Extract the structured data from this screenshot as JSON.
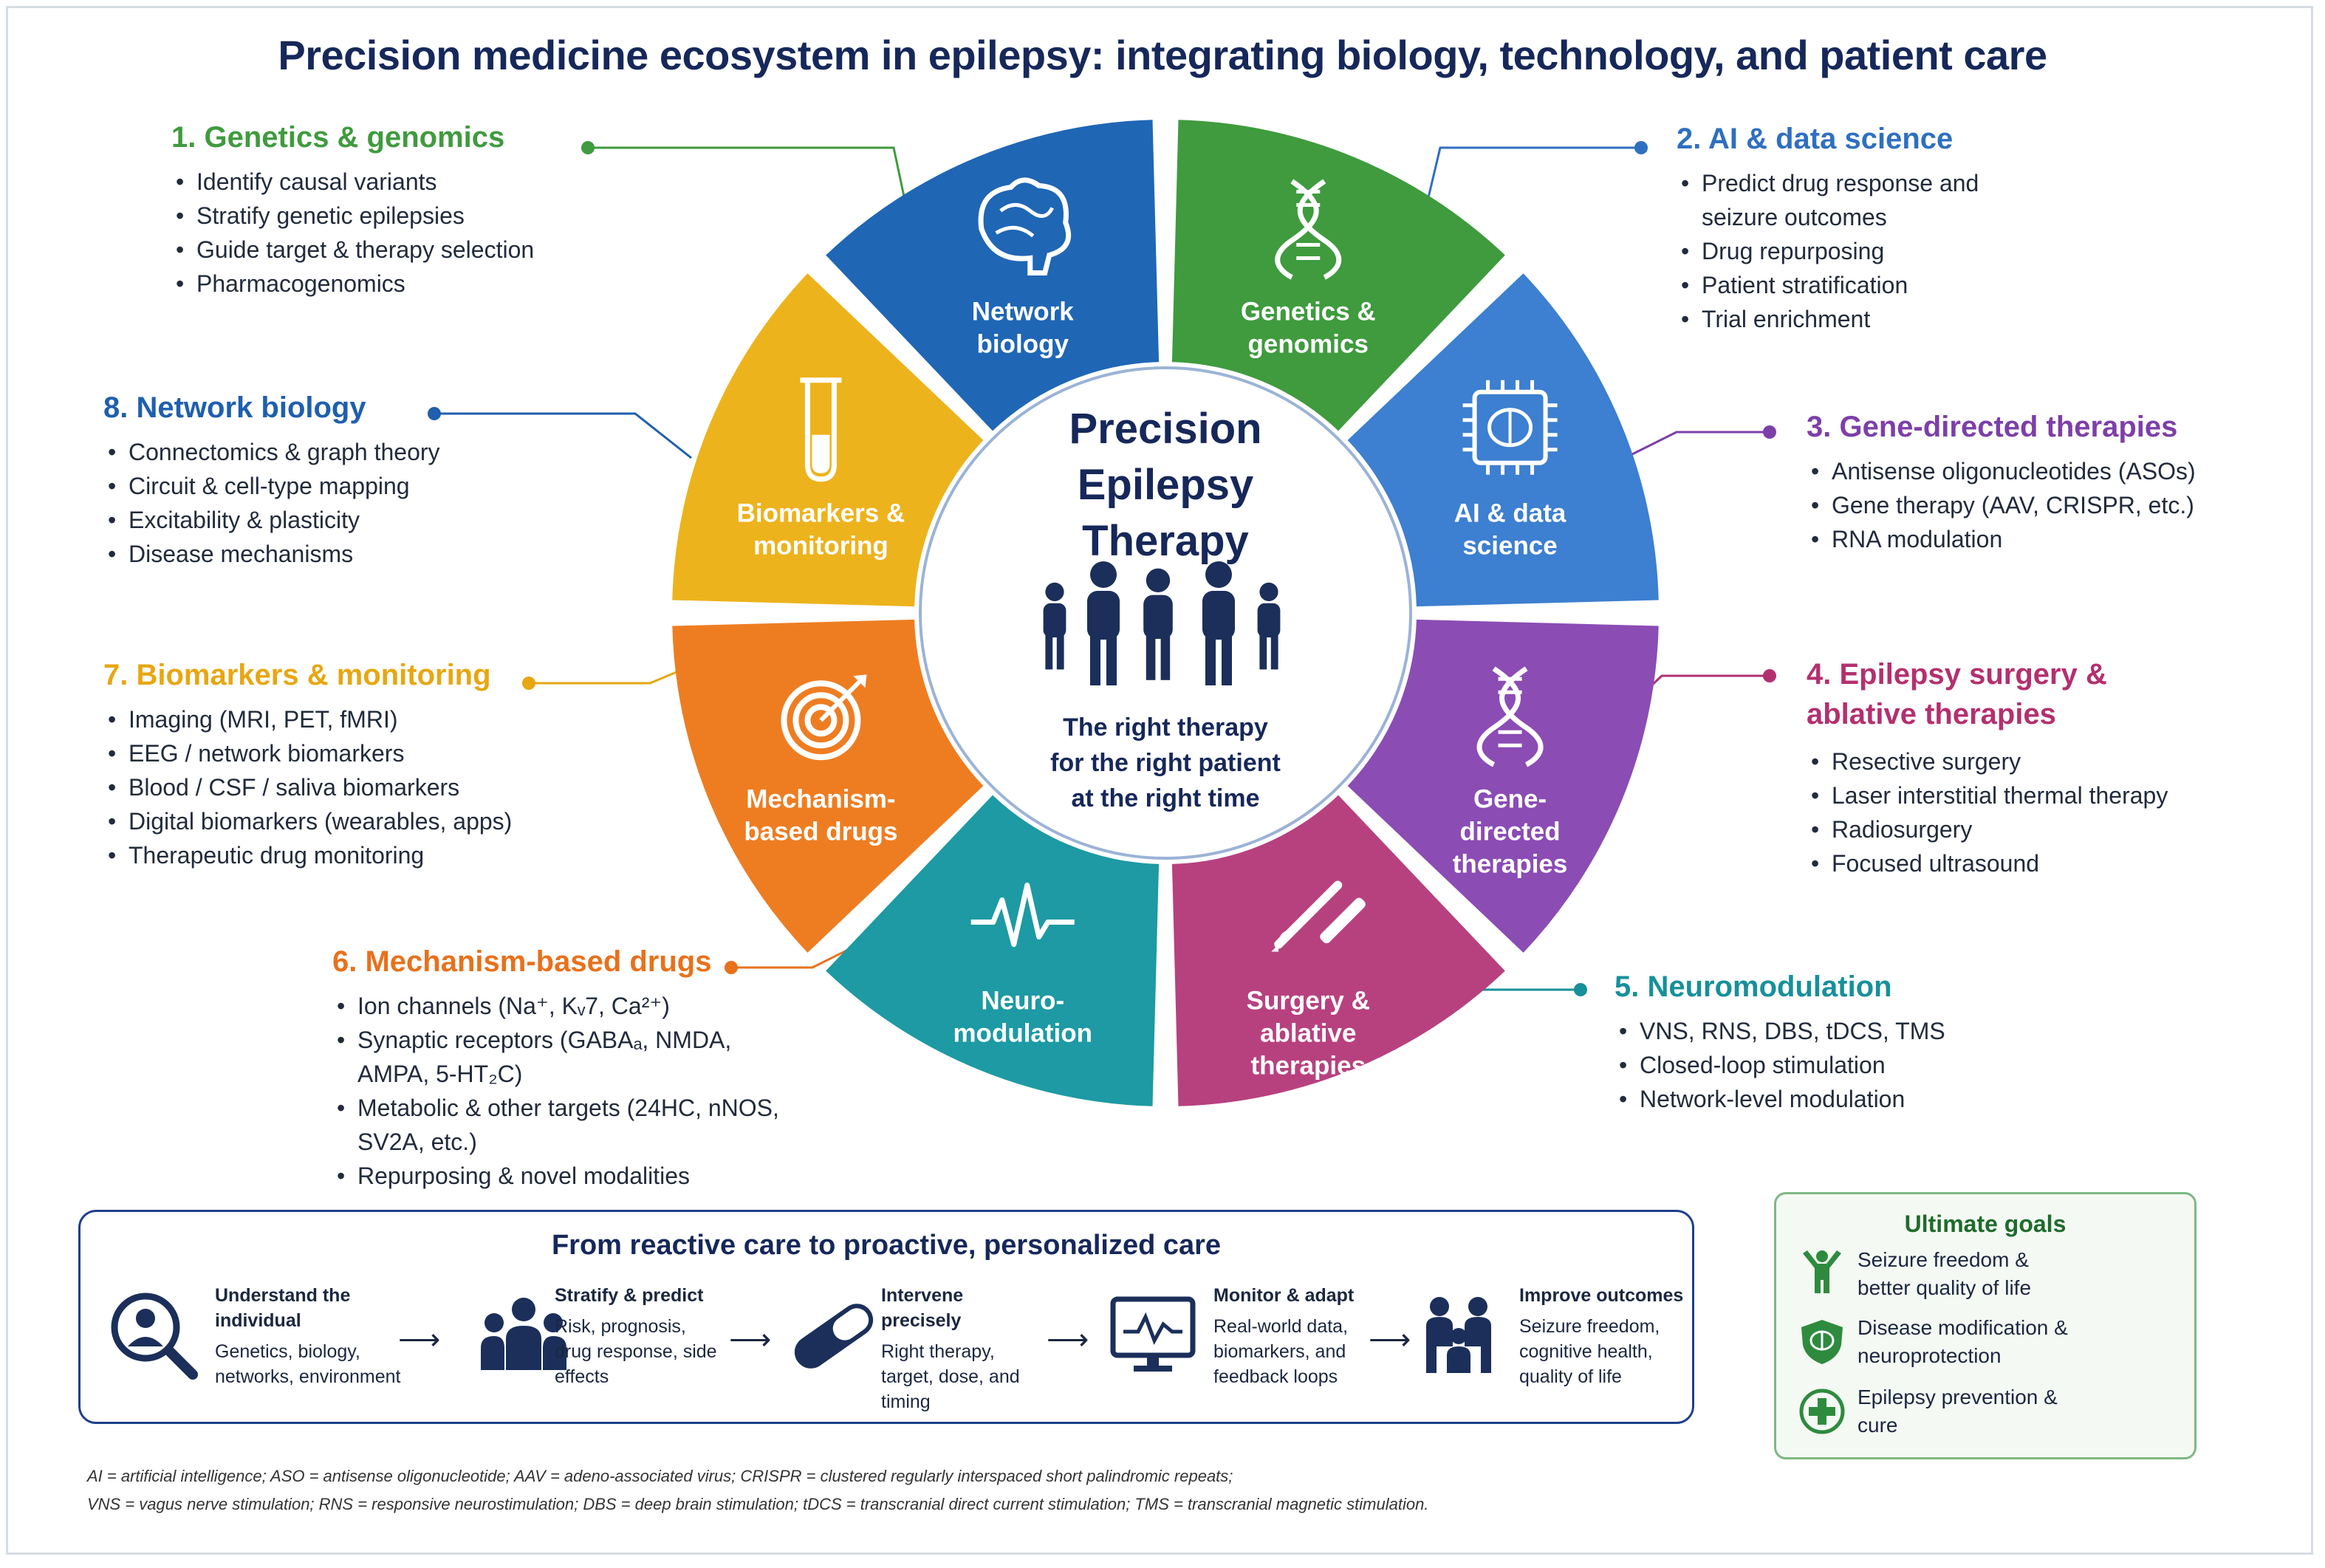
{
  "title": "Precision medicine ecosystem in epilepsy: integrating biology, technology, and patient care",
  "center": {
    "title_lines": [
      "Precision",
      "Epilepsy",
      "Therapy"
    ],
    "tagline_lines": [
      "The right therapy",
      "for the right patient",
      "at the right time"
    ]
  },
  "segments": [
    {
      "label_lines": [
        "Genetics &",
        "genomics"
      ],
      "color": "#3f9b3e",
      "icon": "dna-icon"
    },
    {
      "label_lines": [
        "AI & data",
        "science"
      ],
      "color": "#3d7fd0",
      "icon": "ai-chip-icon"
    },
    {
      "label_lines": [
        "Gene-",
        "directed",
        "therapies"
      ],
      "color": "#8b4cb4",
      "icon": "dna-icon"
    },
    {
      "label_lines": [
        "Surgery &",
        "ablative",
        "therapies"
      ],
      "color": "#b7417f",
      "icon": "scalpel-icon"
    },
    {
      "label_lines": [
        "Neuro-",
        "modulation"
      ],
      "color": "#1d9aa3",
      "icon": "pulse-icon"
    },
    {
      "label_lines": [
        "Mechanism-",
        "based drugs"
      ],
      "color": "#ee7d22",
      "icon": "target-icon"
    },
    {
      "label_lines": [
        "Biomarkers &",
        "monitoring"
      ],
      "color": "#edb31d",
      "icon": "test-tube-icon"
    },
    {
      "label_lines": [
        "Network",
        "biology"
      ],
      "color": "#1f66b5",
      "icon": "brain-icon"
    }
  ],
  "callouts": [
    {
      "title": "1. Genetics & genomics",
      "color": "#3f9b3e",
      "items": [
        "Identify causal variants",
        "Stratify genetic epilepsies",
        "Guide target & therapy selection",
        "Pharmacogenomics"
      ]
    },
    {
      "title": "2. AI & data science",
      "color": "#2f6fc0",
      "items": [
        "Predict drug response and seizure outcomes",
        "Drug repurposing",
        "Patient stratification",
        "Trial enrichment"
      ]
    },
    {
      "title": "3. Gene-directed therapies",
      "color": "#7d3fa8",
      "items": [
        "Antisense oligonucleotides (ASOs)",
        "Gene therapy (AAV, CRISPR, etc.)",
        "RNA modulation"
      ]
    },
    {
      "title": "4. Epilepsy surgery & ablative therapies",
      "color": "#b3306f",
      "items": [
        "Resective surgery",
        "Laser interstitial thermal therapy",
        "Radiosurgery",
        "Focused ultrasound"
      ]
    },
    {
      "title": "5. Neuromodulation",
      "color": "#17909a",
      "items": [
        "VNS, RNS, DBS, tDCS, TMS",
        "Closed-loop stimulation",
        "Network-level modulation"
      ]
    },
    {
      "title": "6. Mechanism-based drugs",
      "color": "#e8711c",
      "items": [
        "Ion channels (Na⁺, Kᵥ7, Ca²⁺)",
        "Synaptic receptors (GABAₐ, NMDA, AMPA, 5-HT₂C)",
        "Metabolic & other targets (24HC, nNOS, SV2A, etc.)",
        "Repurposing & novel modalities"
      ]
    },
    {
      "title": "7. Biomarkers & monitoring",
      "color": "#e7a712",
      "items": [
        "Imaging (MRI, PET, fMRI)",
        "EEG / network biomarkers",
        "Blood / CSF / saliva biomarkers",
        "Digital biomarkers (wearables, apps)",
        "Therapeutic drug monitoring"
      ]
    },
    {
      "title": "8. Network biology",
      "color": "#1f5fae",
      "items": [
        "Connectomics & graph theory",
        "Circuit & cell-type mapping",
        "Excitability & plasticity",
        "Disease mechanisms"
      ]
    }
  ],
  "care_pathway": {
    "title": "From reactive care to proactive, personalized care",
    "steps": [
      {
        "title": "Understand the individual",
        "text": "Genetics, biology, networks, environment",
        "icon": "person-magnifier-icon"
      },
      {
        "title": "Stratify & predict",
        "text": "Risk, prognosis, drug response, side effects",
        "icon": "people-group-icon"
      },
      {
        "title": "Intervene precisely",
        "text": "Right therapy, target, dose, and timing",
        "icon": "capsule-icon"
      },
      {
        "title": "Monitor & adapt",
        "text": "Real-world data, biomarkers, and feedback loops",
        "icon": "monitor-chart-icon"
      },
      {
        "title": "Improve outcomes",
        "text": "Seizure freedom, cognitive health, quality of life",
        "icon": "family-icon"
      }
    ]
  },
  "goals": {
    "title": "Ultimate goals",
    "items": [
      {
        "text": "Seizure freedom & better quality of life",
        "icon": "person-raised-arms-icon"
      },
      {
        "text": "Disease modification & neuroprotection",
        "icon": "brain-shield-icon"
      },
      {
        "text": "Epilepsy prevention & cure",
        "icon": "plus-circle-icon"
      }
    ]
  },
  "footnotes": [
    "AI = artificial intelligence; ASO = antisense oligonucleotide; AAV = adeno-associated virus; CRISPR = clustered regularly interspaced short palindromic repeats;",
    "VNS = vagus nerve stimulation; RNS = responsive neurostimulation; DBS = deep brain stimulation; tDCS = transcranial direct current stimulation; TMS = transcranial magnetic stimulation."
  ]
}
